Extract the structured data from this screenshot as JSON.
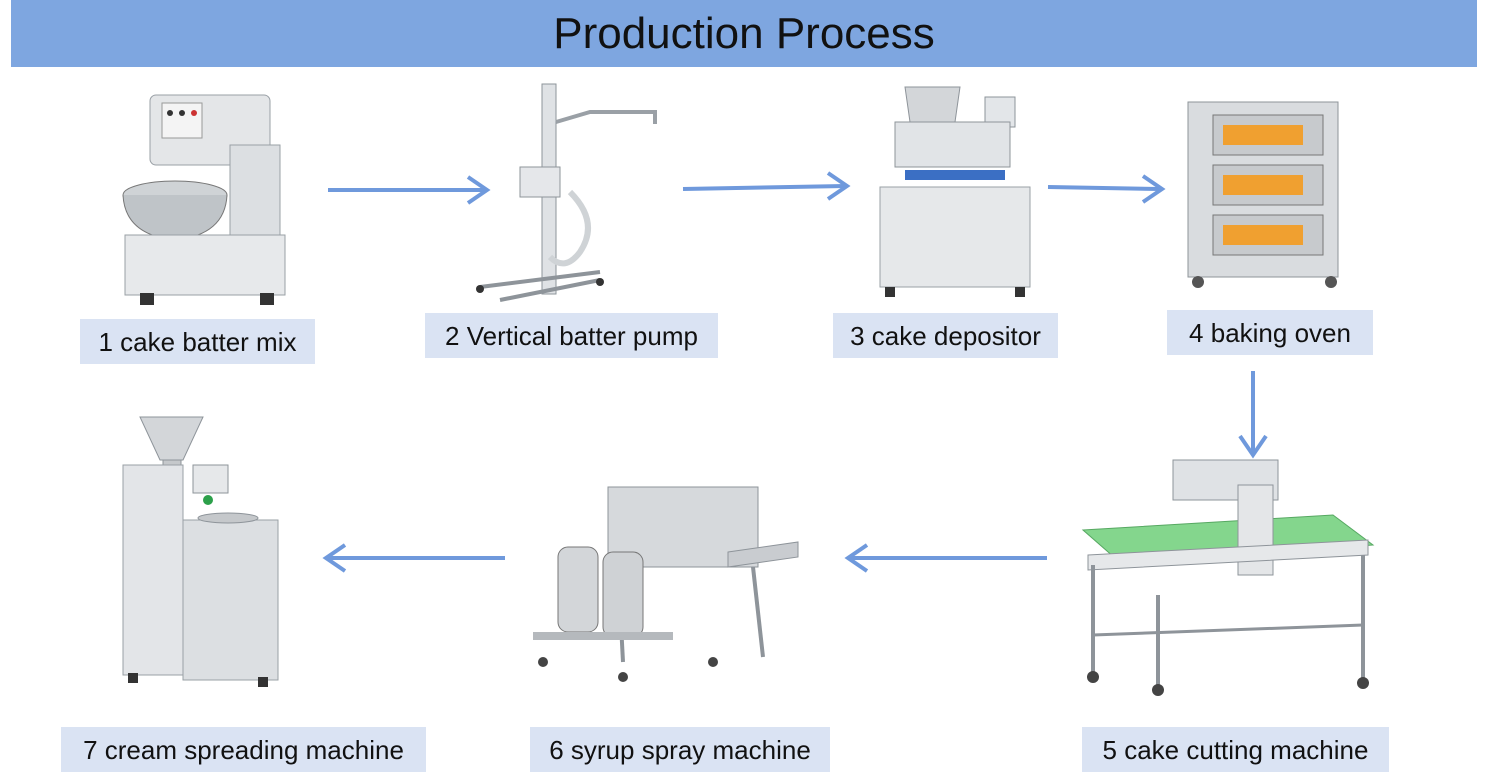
{
  "title": "Production Process",
  "steps": [
    {
      "label": "1 cake batter mix",
      "icon": "spiral-mixer-icon"
    },
    {
      "label": "2 Vertical batter pump",
      "icon": "vertical-pump-icon"
    },
    {
      "label": "3 cake depositor",
      "icon": "depositor-icon"
    },
    {
      "label": "4 baking oven",
      "icon": "deck-oven-icon"
    },
    {
      "label": "5 cake cutting machine",
      "icon": "cutting-machine-icon"
    },
    {
      "label": "6 syrup spray machine",
      "icon": "syrup-spray-icon"
    },
    {
      "label": "7 cream spreading machine",
      "icon": "cream-spreader-icon"
    }
  ],
  "colors": {
    "banner": "#7ea6e0",
    "label_bg": "#dae3f3",
    "arrow": "#6f99dc",
    "steel": "#c9ccd0"
  }
}
